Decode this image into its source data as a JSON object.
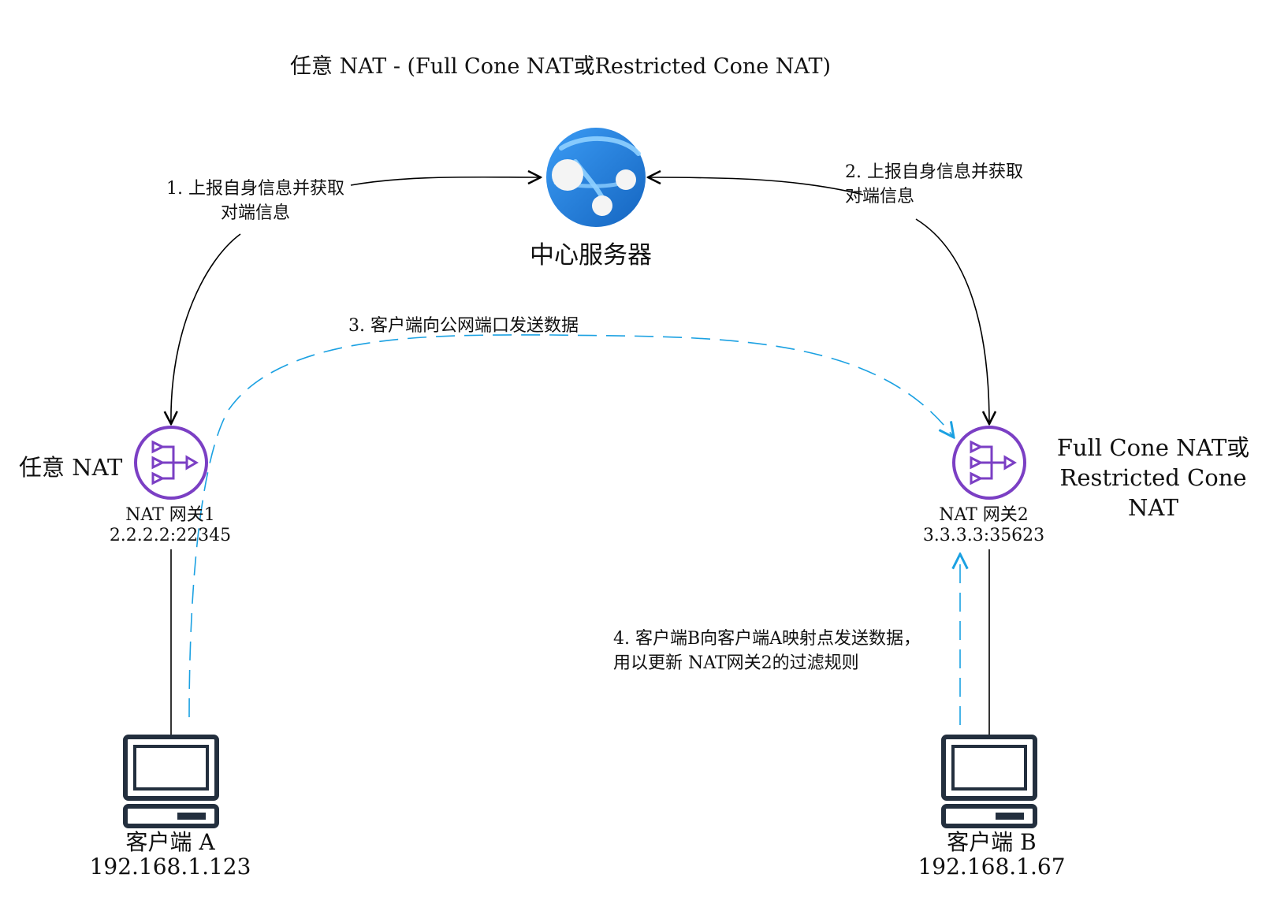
{
  "title": "任意 NAT - (Full Cone NAT或Restricted Cone NAT)",
  "server": {
    "label": "中心服务器"
  },
  "steps": {
    "step1": "1. 上报自身信息并获取对端信息",
    "step2": "2. 上报自身信息并获取对端信息",
    "step3": "3. 客户端向公网端口发送数据",
    "step4": "4. 客户端B向客户端A映射点发送数据，用以更新 NAT网关2的过滤规则"
  },
  "nat_left": {
    "tag": "任意 NAT",
    "name": "NAT 网关1",
    "address": "2.2.2.2:22345"
  },
  "nat_right": {
    "tag": "Full Cone NAT或Restricted Cone NAT",
    "name": "NAT 网关2",
    "address": "3.3.3.3:35623"
  },
  "client_a": {
    "name": "客户端 A",
    "ip": "192.168.1.123"
  },
  "client_b": {
    "name": "客户端 B",
    "ip": "192.168.1.67"
  },
  "icons": {
    "server": "globe-network-icon",
    "gateway": "nat-gateway-icon",
    "client": "computer-icon"
  },
  "colors": {
    "nat_purple": "#7B3FC4",
    "dashed_blue": "#1BA1E2",
    "server_blue": "#1E88E5"
  }
}
